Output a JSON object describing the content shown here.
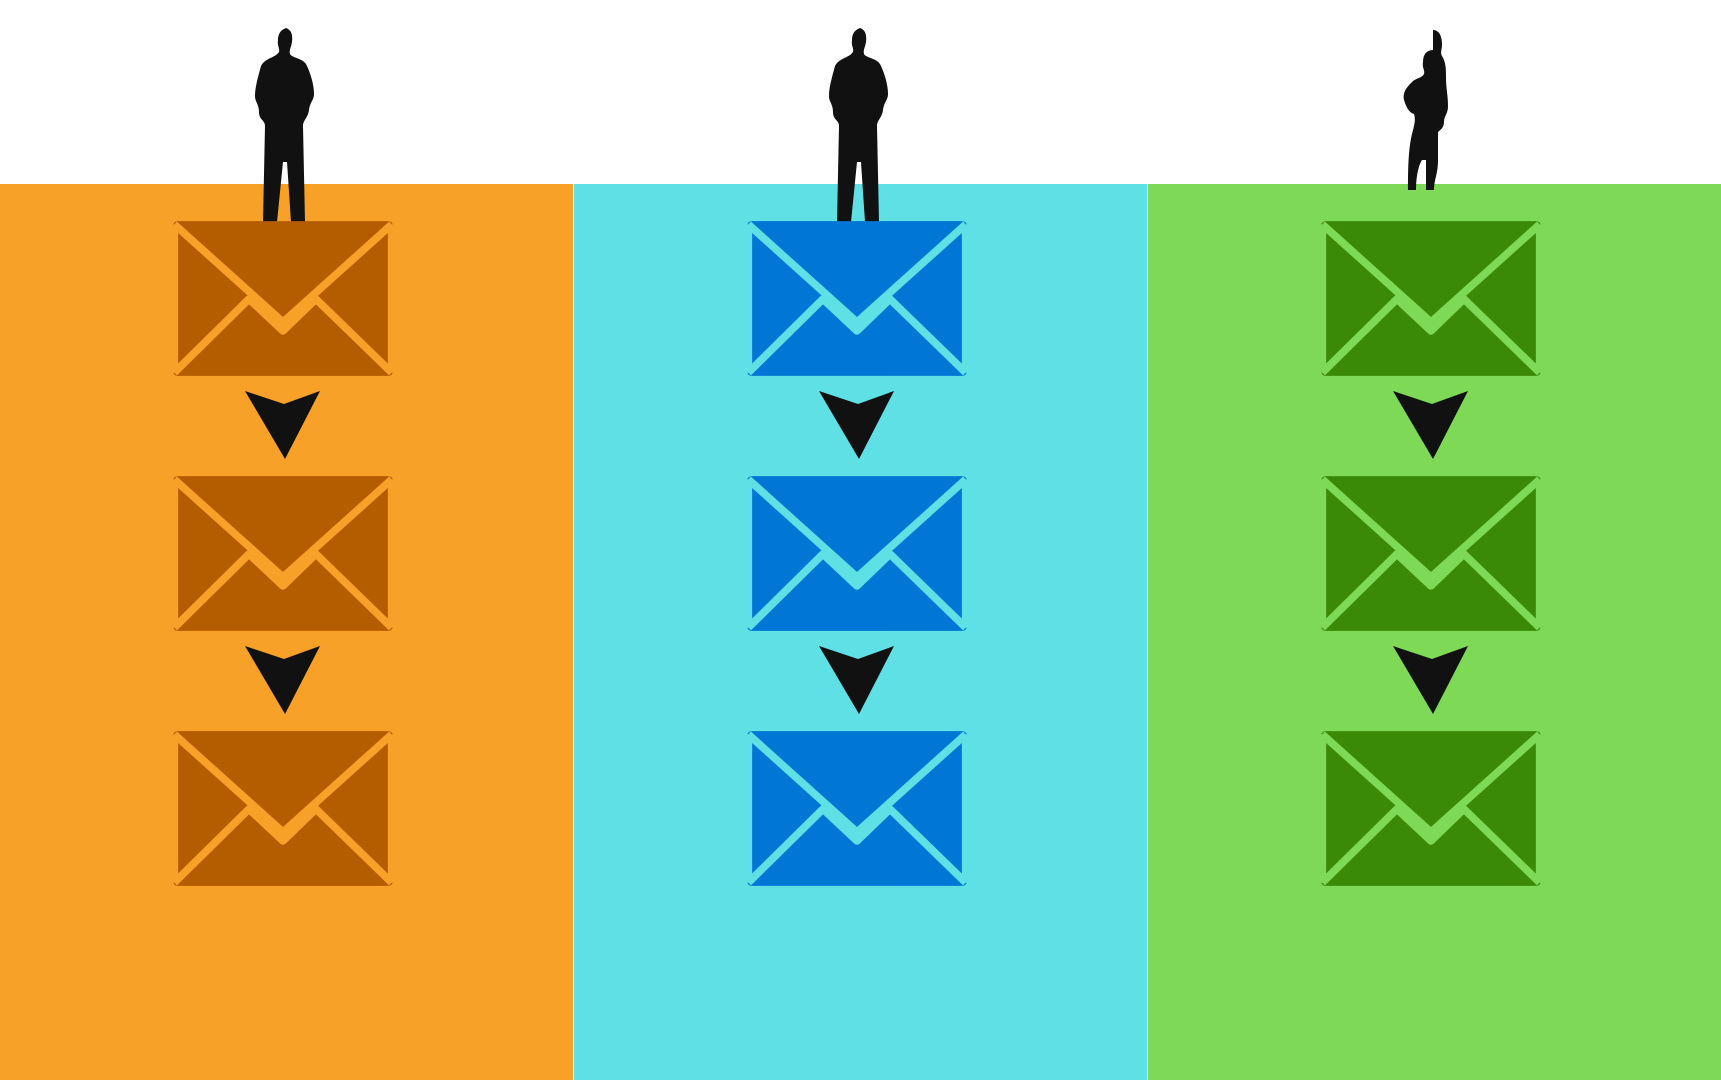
{
  "columns": [
    {
      "name": "orange",
      "background": "#f7a128",
      "envelope": "#b45c00",
      "person": "man"
    },
    {
      "name": "cyan",
      "background": "#5ee0e4",
      "envelope": "#0177d5",
      "person": "man"
    },
    {
      "name": "green",
      "background": "#7ed957",
      "envelope": "#3b8a07",
      "person": "woman"
    }
  ],
  "envelopes_per_column": 3,
  "arrow_color": "#111111",
  "silhouette_color": "#111111"
}
